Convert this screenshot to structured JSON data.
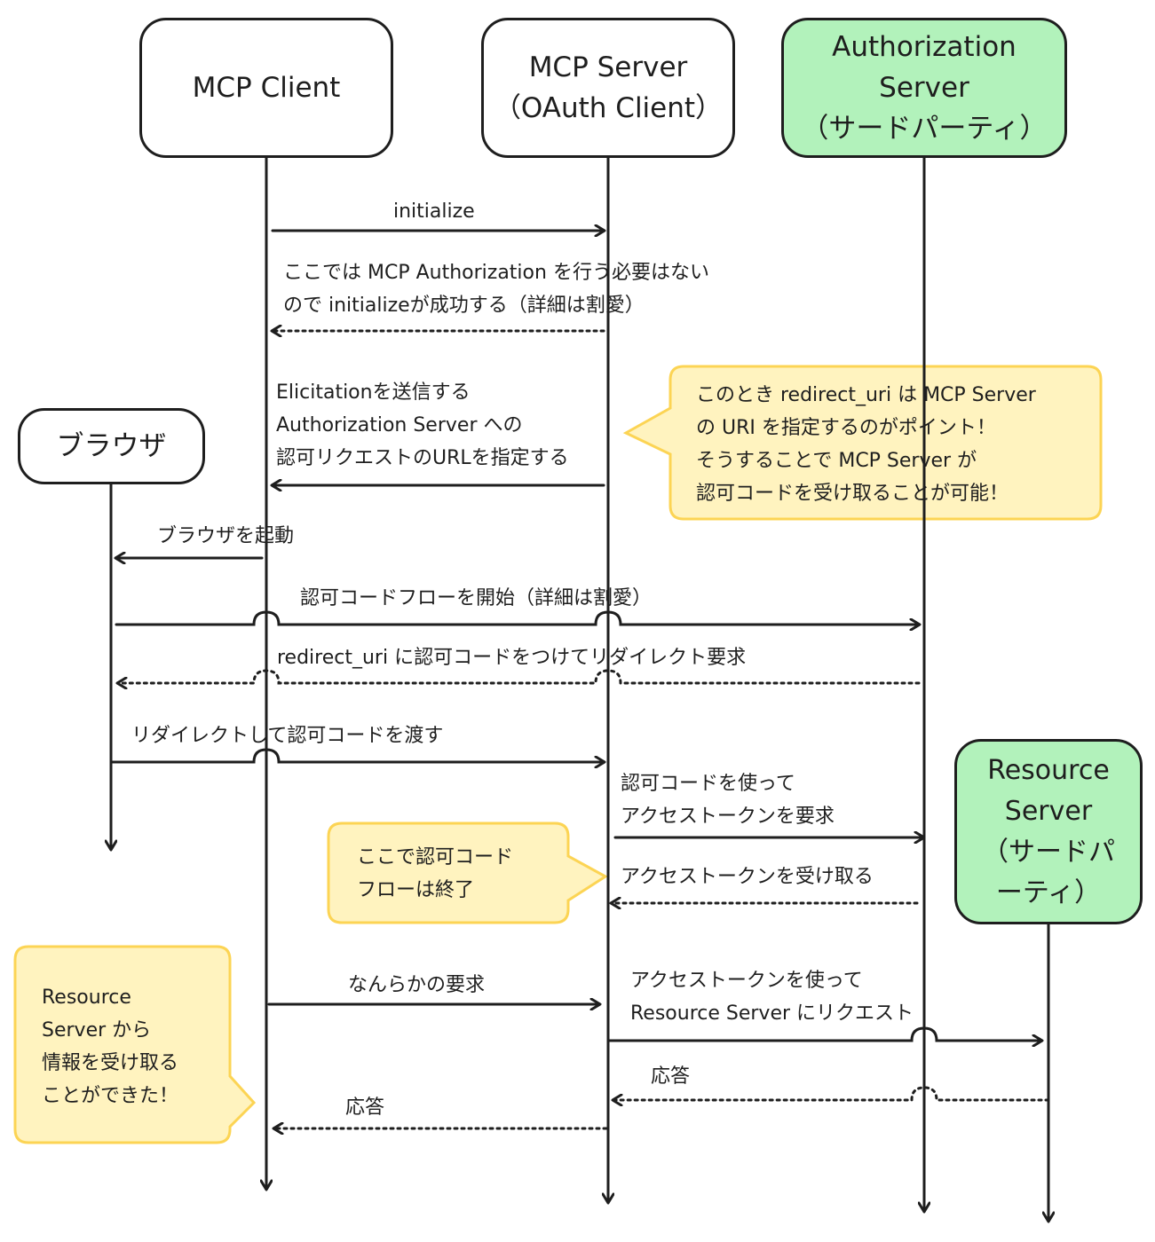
{
  "actors": {
    "mcp_client": "MCP Client",
    "mcp_server": "MCP Server\n（OAuth Client）",
    "auth_server": "Authorization\nServer\n（サードパーティ）",
    "browser": "ブラウザ",
    "resource_server": "Resource\nServer\n（サードパ\nーティ）"
  },
  "messages": {
    "m1": "initialize",
    "m2": "ここでは MCP Authorization を行う必要はない\nので initializeが成功する（詳細は割愛）",
    "m3": "Elicitationを送信する\nAuthorization Server への\n認可リクエストのURLを指定する",
    "m4": "ブラウザを起動",
    "m5": "認可コードフローを開始（詳細は割愛）",
    "m6": "redirect_uri に認可コードをつけてリダイレクト要求",
    "m7": "リダイレクトして認可コードを渡す",
    "m8": "認可コードを使って\nアクセストークンを要求",
    "m9": "アクセストークンを受け取る",
    "m10": "なんらかの要求",
    "m11": "アクセストークンを使って\nResource Server にリクエスト",
    "m12": "応答",
    "m13": "応答"
  },
  "notes": {
    "n1": "このとき redirect_uri は MCP Server\nの URI を指定するのがポイント！\nそうすることで MCP Server が\n認可コードを受け取ることが可能！",
    "n2": "ここで認可コード\nフローは終了",
    "n3": "Resource\nServer から\n情報を受け取る\nことができた！"
  },
  "colors": {
    "line": "#1e1e1e",
    "actor_green": "#b2f2bb",
    "note_fill": "#fff3bf",
    "note_stroke": "#fcd454"
  }
}
